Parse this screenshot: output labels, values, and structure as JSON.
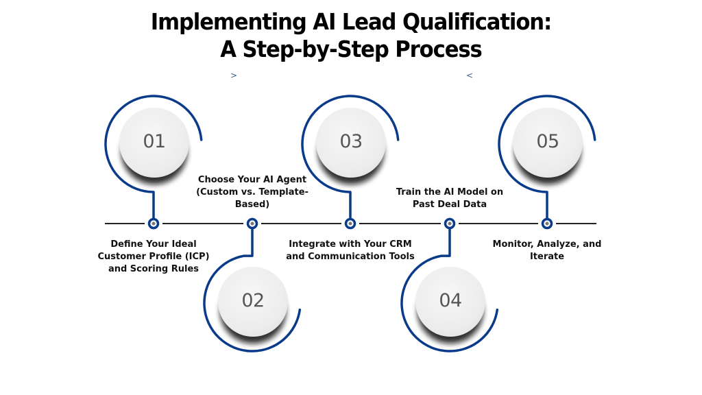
{
  "title": {
    "line1": "Implementing AI Lead Qualification:",
    "line2": "A Step-by-Step Process"
  },
  "decor": {
    "left_chevron": ">",
    "right_chevron": "<"
  },
  "colors": {
    "accent": "#0a3a8a",
    "line": "#222222",
    "face": "#f0f0f0",
    "number": "#555555"
  },
  "steps": [
    {
      "number": "01",
      "label": "Define Your Ideal Customer Profile (ICP) and Scoring Rules",
      "position": "top"
    },
    {
      "number": "02",
      "label": "Choose Your AI Agent (Custom vs. Template-Based)",
      "position": "bottom"
    },
    {
      "number": "03",
      "label": "Integrate with Your CRM and Communication Tools",
      "position": "top"
    },
    {
      "number": "04",
      "label": "Train the AI Model on Past Deal Data",
      "position": "bottom"
    },
    {
      "number": "05",
      "label": "Monitor, Analyze, and Iterate",
      "position": "top"
    }
  ]
}
